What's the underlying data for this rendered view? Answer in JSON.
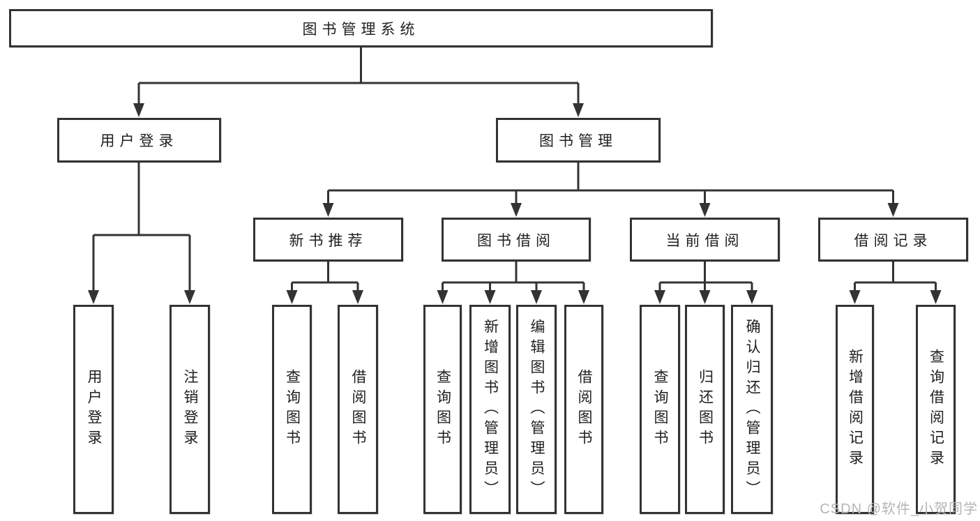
{
  "diagram": {
    "type": "tree",
    "root": {
      "label": "图书管理系统"
    },
    "branches": [
      {
        "label": "用户登录",
        "children": [
          {
            "label": "用户登录"
          },
          {
            "label": "注销登录"
          }
        ]
      },
      {
        "label": "图书管理",
        "children": [
          {
            "label": "新书推荐",
            "children": [
              {
                "label": "查询图书"
              },
              {
                "label": "借阅图书"
              }
            ]
          },
          {
            "label": "图书借阅",
            "children": [
              {
                "label": "查询图书"
              },
              {
                "label": "新增图书（管理员）"
              },
              {
                "label": "编辑图书（管理员）"
              },
              {
                "label": "借阅图书"
              }
            ]
          },
          {
            "label": "当前借阅",
            "children": [
              {
                "label": "查询图书"
              },
              {
                "label": "归还图书"
              },
              {
                "label": "确认归还（管理员）"
              }
            ]
          },
          {
            "label": "借阅记录",
            "children": [
              {
                "label": "新增借阅记录"
              },
              {
                "label": "查询借阅记录"
              }
            ]
          }
        ]
      }
    ]
  },
  "watermark": {
    "text": "CSDN @软件_小贺同学"
  },
  "colors": {
    "line": "#333333",
    "box_border": "#333333",
    "box_fill": "#ffffff",
    "text": "#1f1f1f",
    "watermark": "#b5b5b5",
    "background": "#ffffff"
  }
}
